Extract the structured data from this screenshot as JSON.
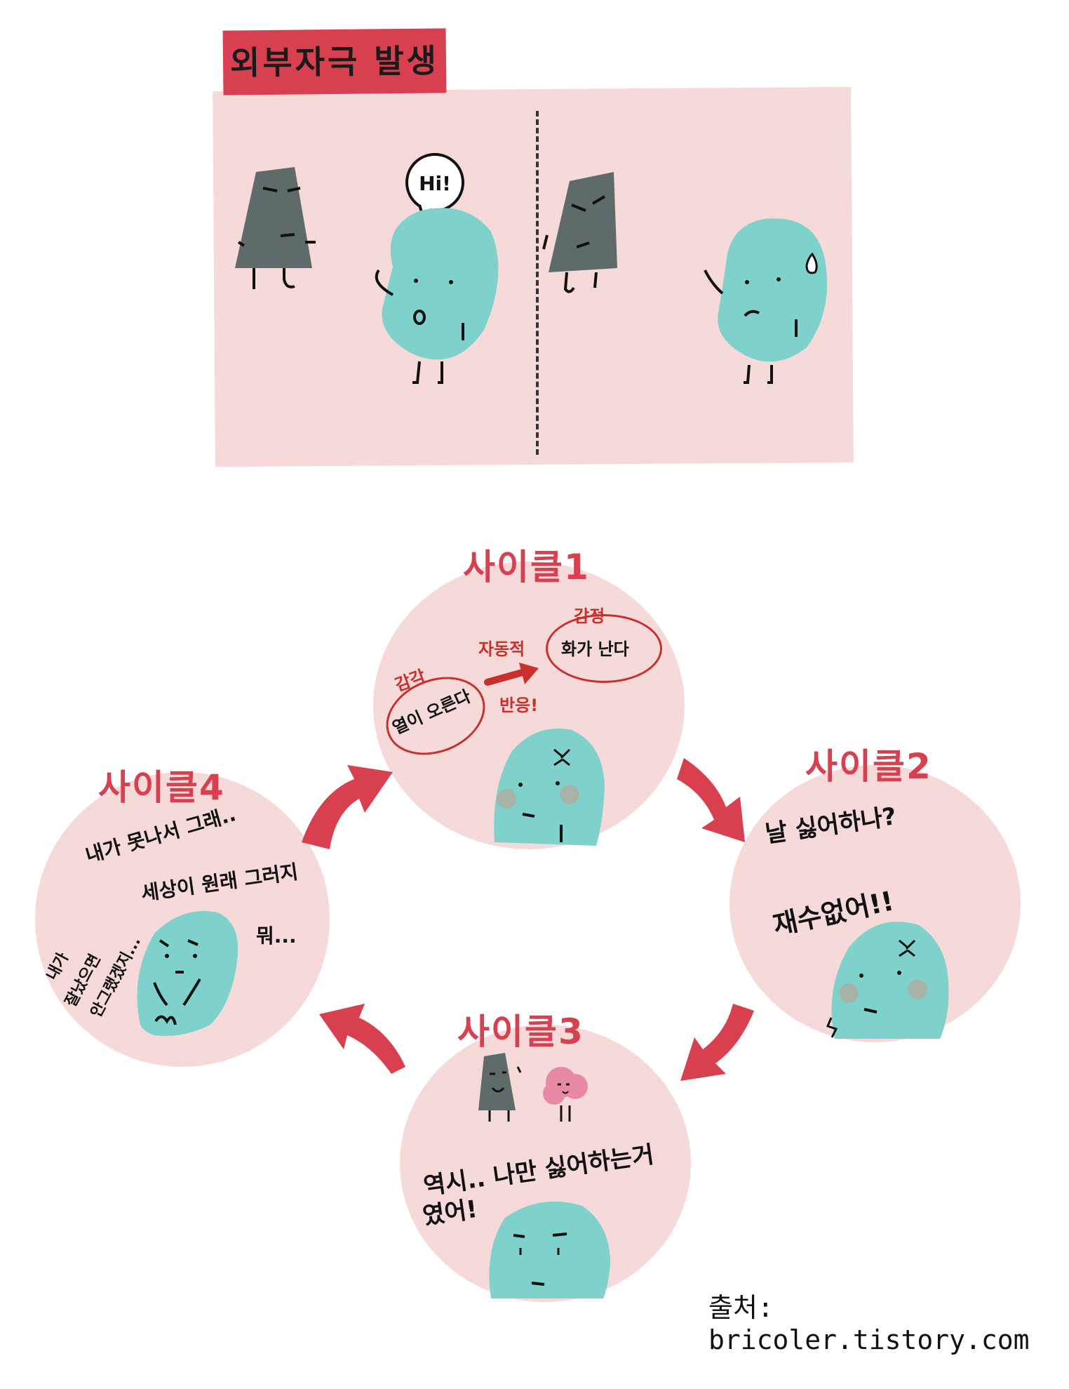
{
  "header": {
    "title": "외부자극 발생"
  },
  "speech_bubble": "Hi!",
  "cycles": [
    {
      "title": "사이클1",
      "labels": {
        "sense": "감각",
        "sense_text": "열이 오른다",
        "auto": "자동적",
        "reaction": "반응!",
        "emotion": "감정",
        "emotion_text": "화가 난다"
      }
    },
    {
      "title": "사이클2",
      "lines": [
        "날 싫어하나?",
        "재수없어!!"
      ]
    },
    {
      "title": "사이클3",
      "lines": [
        "역시.. 나만 싫어하는거",
        "였어!"
      ]
    },
    {
      "title": "사이클4",
      "lines": [
        "내가 못나서 그래..",
        "세상이 원래 그러지",
        "뭐..."
      ],
      "side_text": [
        "내가",
        "잘났으면",
        "안그랬겠지..."
      ]
    }
  ],
  "credit": "출처: bricoler.tistory.com",
  "colors": {
    "accent_red": "#d9404f",
    "panel_pink": "#f6dada",
    "blob_teal": "#7fd1cb",
    "stone_gray": "#5f6a6b",
    "pink_friend": "#e88aa6"
  },
  "icons": [
    "gray-stone-character",
    "teal-blob-character",
    "pink-cloud-character",
    "arrow",
    "anger-mark",
    "sweat-drop"
  ]
}
